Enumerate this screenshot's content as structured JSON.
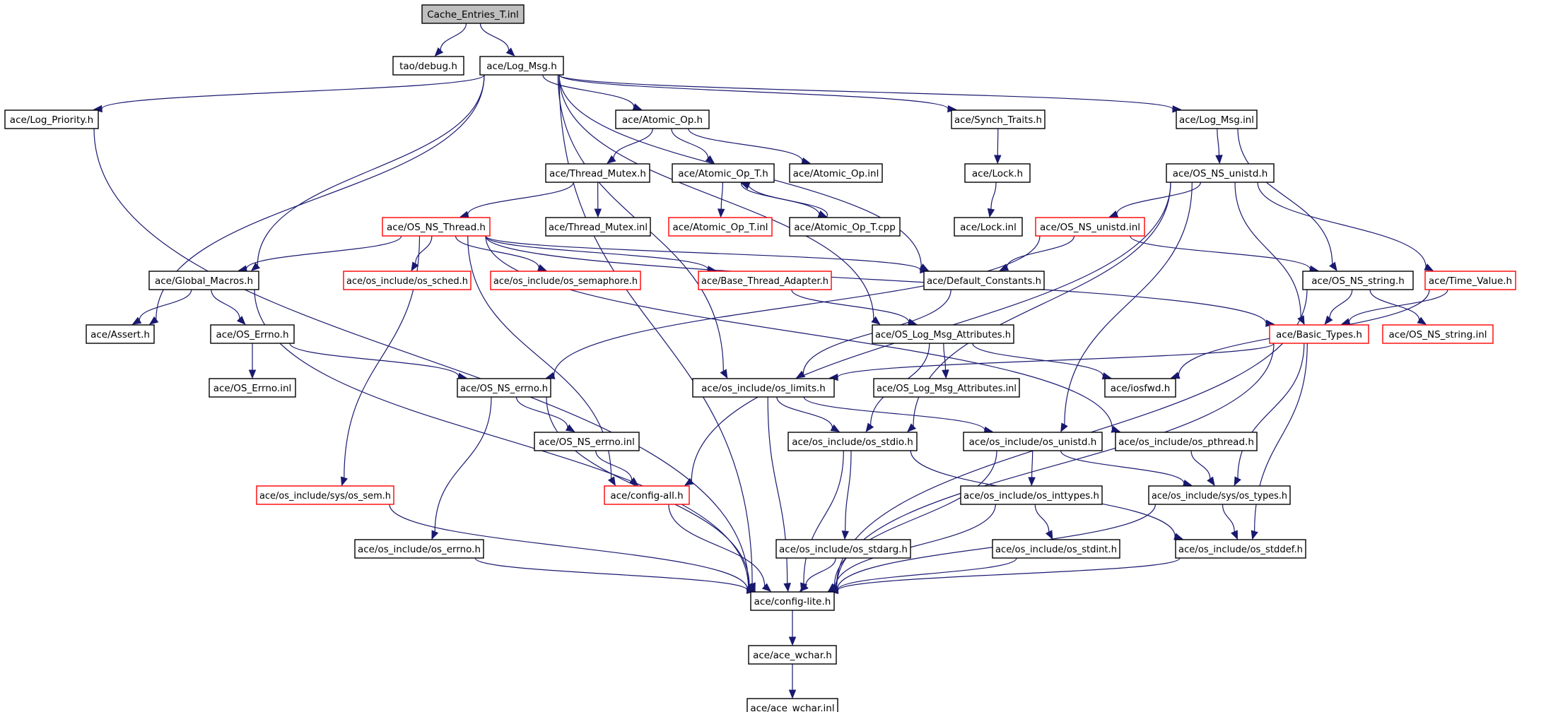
{
  "colors": {
    "edge": "#191970",
    "node_border": "#000000",
    "node_border_incomplete": "#ff0000",
    "root_fill": "#bfbfbf",
    "background": "#ffffff"
  },
  "nodes": [
    {
      "id": "n0",
      "label": "Cache_Entries_T.inl",
      "style": "root"
    },
    {
      "id": "n1",
      "label": "tao/debug.h",
      "style": "normal"
    },
    {
      "id": "n2",
      "label": "ace/Log_Msg.h",
      "style": "normal"
    },
    {
      "id": "n3",
      "label": "ace/Log_Priority.h",
      "style": "normal"
    },
    {
      "id": "n4",
      "label": "ace/Atomic_Op.h",
      "style": "normal"
    },
    {
      "id": "n5",
      "label": "ace/Synch_Traits.h",
      "style": "normal"
    },
    {
      "id": "n6",
      "label": "ace/Log_Msg.inl",
      "style": "normal"
    },
    {
      "id": "n7",
      "label": "ace/Thread_Mutex.h",
      "style": "normal"
    },
    {
      "id": "n8",
      "label": "ace/Atomic_Op_T.h",
      "style": "normal"
    },
    {
      "id": "n9",
      "label": "ace/Atomic_Op.inl",
      "style": "normal"
    },
    {
      "id": "n10",
      "label": "ace/Lock.h",
      "style": "normal"
    },
    {
      "id": "n11",
      "label": "ace/OS_NS_unistd.h",
      "style": "normal"
    },
    {
      "id": "n12",
      "label": "ace/Thread_Mutex.inl",
      "style": "normal"
    },
    {
      "id": "n13",
      "label": "ace/Atomic_Op_T.inl",
      "style": "incomplete"
    },
    {
      "id": "n14",
      "label": "ace/Atomic_Op_T.cpp",
      "style": "normal"
    },
    {
      "id": "n15",
      "label": "ace/Lock.inl",
      "style": "normal"
    },
    {
      "id": "n16",
      "label": "ace/OS_NS_unistd.inl",
      "style": "incomplete"
    },
    {
      "id": "n17",
      "label": "ace/OS_NS_Thread.h",
      "style": "incomplete"
    },
    {
      "id": "n18",
      "label": "ace/Global_Macros.h",
      "style": "normal"
    },
    {
      "id": "n19",
      "label": "ace/os_include/os_sched.h",
      "style": "incomplete"
    },
    {
      "id": "n20",
      "label": "ace/os_include/os_semaphore.h",
      "style": "incomplete"
    },
    {
      "id": "n21",
      "label": "ace/Base_Thread_Adapter.h",
      "style": "incomplete"
    },
    {
      "id": "n22",
      "label": "ace/Default_Constants.h",
      "style": "normal"
    },
    {
      "id": "n23",
      "label": "ace/OS_NS_string.h",
      "style": "normal"
    },
    {
      "id": "n24",
      "label": "ace/Time_Value.h",
      "style": "incomplete"
    },
    {
      "id": "n25",
      "label": "ace/Assert.h",
      "style": "normal"
    },
    {
      "id": "n26",
      "label": "ace/OS_Errno.h",
      "style": "normal"
    },
    {
      "id": "n27",
      "label": "ace/OS_Log_Msg_Attributes.h",
      "style": "normal"
    },
    {
      "id": "n28",
      "label": "ace/Basic_Types.h",
      "style": "incomplete"
    },
    {
      "id": "n29",
      "label": "ace/OS_NS_string.inl",
      "style": "incomplete"
    },
    {
      "id": "n30",
      "label": "ace/OS_Errno.inl",
      "style": "normal"
    },
    {
      "id": "n31",
      "label": "ace/OS_NS_errno.h",
      "style": "normal"
    },
    {
      "id": "n32",
      "label": "ace/os_include/os_limits.h",
      "style": "normal"
    },
    {
      "id": "n33",
      "label": "ace/OS_Log_Msg_Attributes.inl",
      "style": "normal"
    },
    {
      "id": "n34",
      "label": "ace/iosfwd.h",
      "style": "normal"
    },
    {
      "id": "n35",
      "label": "ace/OS_NS_errno.inl",
      "style": "normal"
    },
    {
      "id": "n36",
      "label": "ace/os_include/os_stdio.h",
      "style": "normal"
    },
    {
      "id": "n37",
      "label": "ace/os_include/os_unistd.h",
      "style": "normal"
    },
    {
      "id": "n38",
      "label": "ace/os_include/os_pthread.h",
      "style": "normal"
    },
    {
      "id": "n39",
      "label": "ace/os_include/sys/os_sem.h",
      "style": "incomplete"
    },
    {
      "id": "n40",
      "label": "ace/config-all.h",
      "style": "incomplete"
    },
    {
      "id": "n41",
      "label": "ace/os_include/os_inttypes.h",
      "style": "normal"
    },
    {
      "id": "n42",
      "label": "ace/os_include/sys/os_types.h",
      "style": "normal"
    },
    {
      "id": "n43",
      "label": "ace/os_include/os_errno.h",
      "style": "normal"
    },
    {
      "id": "n44",
      "label": "ace/os_include/os_stdarg.h",
      "style": "normal"
    },
    {
      "id": "n45",
      "label": "ace/os_include/os_stdint.h",
      "style": "normal"
    },
    {
      "id": "n46",
      "label": "ace/os_include/os_stddef.h",
      "style": "normal"
    },
    {
      "id": "n47",
      "label": "ace/config-lite.h",
      "style": "normal"
    },
    {
      "id": "n48",
      "label": "ace/ace_wchar.h",
      "style": "normal"
    },
    {
      "id": "n49",
      "label": "ace/ace_wchar.inl",
      "style": "normal"
    }
  ],
  "edges": [
    [
      "n0",
      "n1"
    ],
    [
      "n0",
      "n2"
    ],
    [
      "n2",
      "n3"
    ],
    [
      "n2",
      "n4"
    ],
    [
      "n2",
      "n5"
    ],
    [
      "n2",
      "n6"
    ],
    [
      "n2",
      "n18"
    ],
    [
      "n2",
      "n25"
    ],
    [
      "n2",
      "n22"
    ],
    [
      "n2",
      "n32"
    ],
    [
      "n2",
      "n27"
    ],
    [
      "n2",
      "n47"
    ],
    [
      "n3",
      "n47"
    ],
    [
      "n4",
      "n7"
    ],
    [
      "n4",
      "n8"
    ],
    [
      "n4",
      "n9"
    ],
    [
      "n5",
      "n10"
    ],
    [
      "n10",
      "n15"
    ],
    [
      "n6",
      "n11"
    ],
    [
      "n6",
      "n23"
    ],
    [
      "n7",
      "n12"
    ],
    [
      "n7",
      "n17"
    ],
    [
      "n8",
      "n13"
    ],
    [
      "n8",
      "n14"
    ],
    [
      "n14",
      "n8"
    ],
    [
      "n11",
      "n16"
    ],
    [
      "n11",
      "n24"
    ],
    [
      "n11",
      "n28"
    ],
    [
      "n11",
      "n40"
    ],
    [
      "n11",
      "n36"
    ],
    [
      "n11",
      "n37"
    ],
    [
      "n16",
      "n22"
    ],
    [
      "n16",
      "n23"
    ],
    [
      "n16",
      "n31"
    ],
    [
      "n17",
      "n18"
    ],
    [
      "n17",
      "n19"
    ],
    [
      "n17",
      "n20"
    ],
    [
      "n17",
      "n21"
    ],
    [
      "n17",
      "n22"
    ],
    [
      "n17",
      "n28"
    ],
    [
      "n17",
      "n38"
    ],
    [
      "n17",
      "n39"
    ],
    [
      "n17",
      "n40"
    ],
    [
      "n18",
      "n25"
    ],
    [
      "n18",
      "n26"
    ],
    [
      "n18",
      "n47"
    ],
    [
      "n21",
      "n27"
    ],
    [
      "n22",
      "n32"
    ],
    [
      "n23",
      "n28"
    ],
    [
      "n23",
      "n29"
    ],
    [
      "n23",
      "n47"
    ],
    [
      "n24",
      "n28"
    ],
    [
      "n24",
      "n34"
    ],
    [
      "n26",
      "n30"
    ],
    [
      "n26",
      "n31"
    ],
    [
      "n27",
      "n33"
    ],
    [
      "n27",
      "n34"
    ],
    [
      "n27",
      "n36"
    ],
    [
      "n28",
      "n32"
    ],
    [
      "n28",
      "n42"
    ],
    [
      "n28",
      "n46"
    ],
    [
      "n28",
      "n47"
    ],
    [
      "n31",
      "n35"
    ],
    [
      "n31",
      "n43"
    ],
    [
      "n31",
      "n47"
    ],
    [
      "n35",
      "n40"
    ],
    [
      "n32",
      "n36"
    ],
    [
      "n32",
      "n37"
    ],
    [
      "n32",
      "n47"
    ],
    [
      "n36",
      "n44"
    ],
    [
      "n36",
      "n46"
    ],
    [
      "n36",
      "n47"
    ],
    [
      "n37",
      "n41"
    ],
    [
      "n37",
      "n42"
    ],
    [
      "n37",
      "n47"
    ],
    [
      "n38",
      "n42"
    ],
    [
      "n39",
      "n47"
    ],
    [
      "n40",
      "n47"
    ],
    [
      "n41",
      "n45"
    ],
    [
      "n41",
      "n47"
    ],
    [
      "n42",
      "n46"
    ],
    [
      "n42",
      "n47"
    ],
    [
      "n43",
      "n47"
    ],
    [
      "n44",
      "n47"
    ],
    [
      "n45",
      "n47"
    ],
    [
      "n46",
      "n47"
    ],
    [
      "n47",
      "n48"
    ],
    [
      "n48",
      "n49"
    ]
  ]
}
